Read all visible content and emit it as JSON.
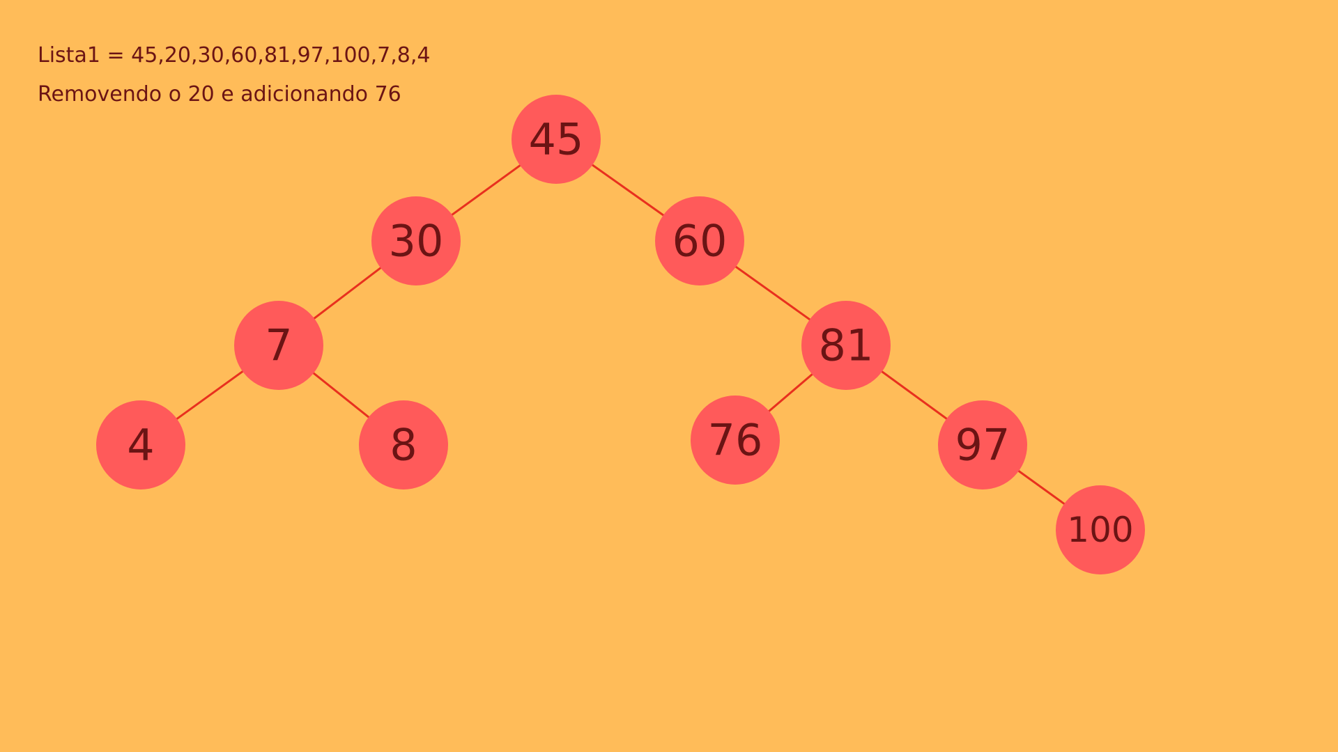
{
  "header": {
    "list_text": "Lista1 = 45,20,30,60,81,97,100,7,8,4",
    "operation_text": "Removendo o 20 e adicionando 76"
  },
  "colors": {
    "background": "#FFBC59",
    "node_fill": "#FF5A5A",
    "edge": "#E8301E",
    "text": "#6B1414"
  },
  "tree": {
    "nodes": [
      {
        "id": "n45",
        "label": "45"
      },
      {
        "id": "n30",
        "label": "30"
      },
      {
        "id": "n60",
        "label": "60"
      },
      {
        "id": "n7",
        "label": "7"
      },
      {
        "id": "n81",
        "label": "81"
      },
      {
        "id": "n4",
        "label": "4"
      },
      {
        "id": "n8",
        "label": "8"
      },
      {
        "id": "n76",
        "label": "76"
      },
      {
        "id": "n97",
        "label": "97"
      },
      {
        "id": "n100",
        "label": "100"
      }
    ],
    "edges": [
      {
        "from": "n45",
        "to": "n30"
      },
      {
        "from": "n45",
        "to": "n60"
      },
      {
        "from": "n30",
        "to": "n7"
      },
      {
        "from": "n60",
        "to": "n81"
      },
      {
        "from": "n7",
        "to": "n4"
      },
      {
        "from": "n7",
        "to": "n8"
      },
      {
        "from": "n81",
        "to": "n76"
      },
      {
        "from": "n81",
        "to": "n97"
      },
      {
        "from": "n97",
        "to": "n100"
      }
    ]
  }
}
